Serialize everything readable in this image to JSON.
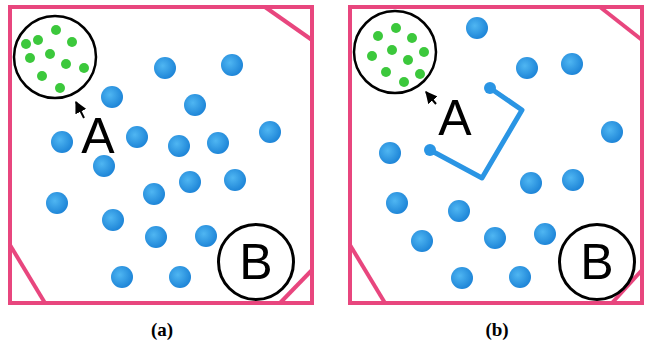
{
  "diagram": {
    "nodes": [
      {
        "text": [
          "B"
        ]
      },
      {
        "text": [
          "B"
        ]
      }
    ],
    "edges": [],
    "labels": [
      "A",
      "(a)",
      "A",
      "(b)"
    ]
  }
}
